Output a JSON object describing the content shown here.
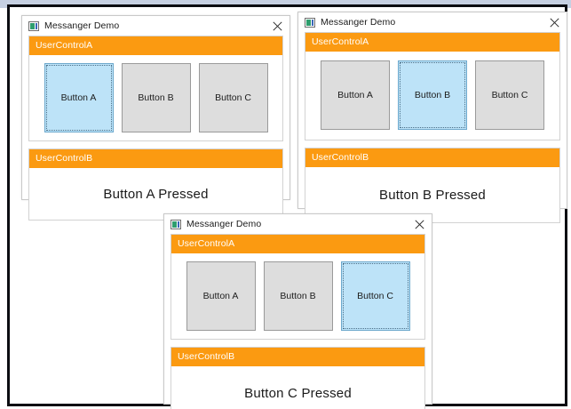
{
  "scene": {
    "background_color": "#ffffff",
    "top_strip_color": "#c6d0e2",
    "frame_color": "#0c0d12"
  },
  "theme": {
    "accent_orange": "#fb9a11",
    "button_gray": "#dddddd",
    "button_gray_border": "#9a9a9a",
    "button_selected_blue": "#bde3f8",
    "button_selected_border": "#6ca8cc",
    "window_border": "#c9c9c9",
    "text_color": "#1a1a1a",
    "header_text_color": "#ffffff"
  },
  "icons": {
    "app": "app-window-icon",
    "close": "close-icon"
  },
  "windows": [
    {
      "id": "win-a",
      "title": "Messanger Demo",
      "close_label": "✕",
      "panel_a": {
        "header": "UserControlA",
        "buttons": [
          {
            "label": "Button A",
            "selected": true
          },
          {
            "label": "Button B",
            "selected": false
          },
          {
            "label": "Button C",
            "selected": false
          }
        ]
      },
      "panel_b": {
        "header": "UserControlB",
        "message": "Button A Pressed"
      }
    },
    {
      "id": "win-b",
      "title": "Messanger Demo",
      "close_label": "✕",
      "panel_a": {
        "header": "UserControlA",
        "buttons": [
          {
            "label": "Button A",
            "selected": false
          },
          {
            "label": "Button B",
            "selected": true
          },
          {
            "label": "Button C",
            "selected": false
          }
        ]
      },
      "panel_b": {
        "header": "UserControlB",
        "message": "Button B Pressed"
      }
    },
    {
      "id": "win-c",
      "title": "Messanger Demo",
      "close_label": "✕",
      "panel_a": {
        "header": "UserControlA",
        "buttons": [
          {
            "label": "Button A",
            "selected": false
          },
          {
            "label": "Button B",
            "selected": false
          },
          {
            "label": "Button C",
            "selected": true
          }
        ]
      },
      "panel_b": {
        "header": "UserControlB",
        "message": "Button C Pressed"
      }
    }
  ]
}
